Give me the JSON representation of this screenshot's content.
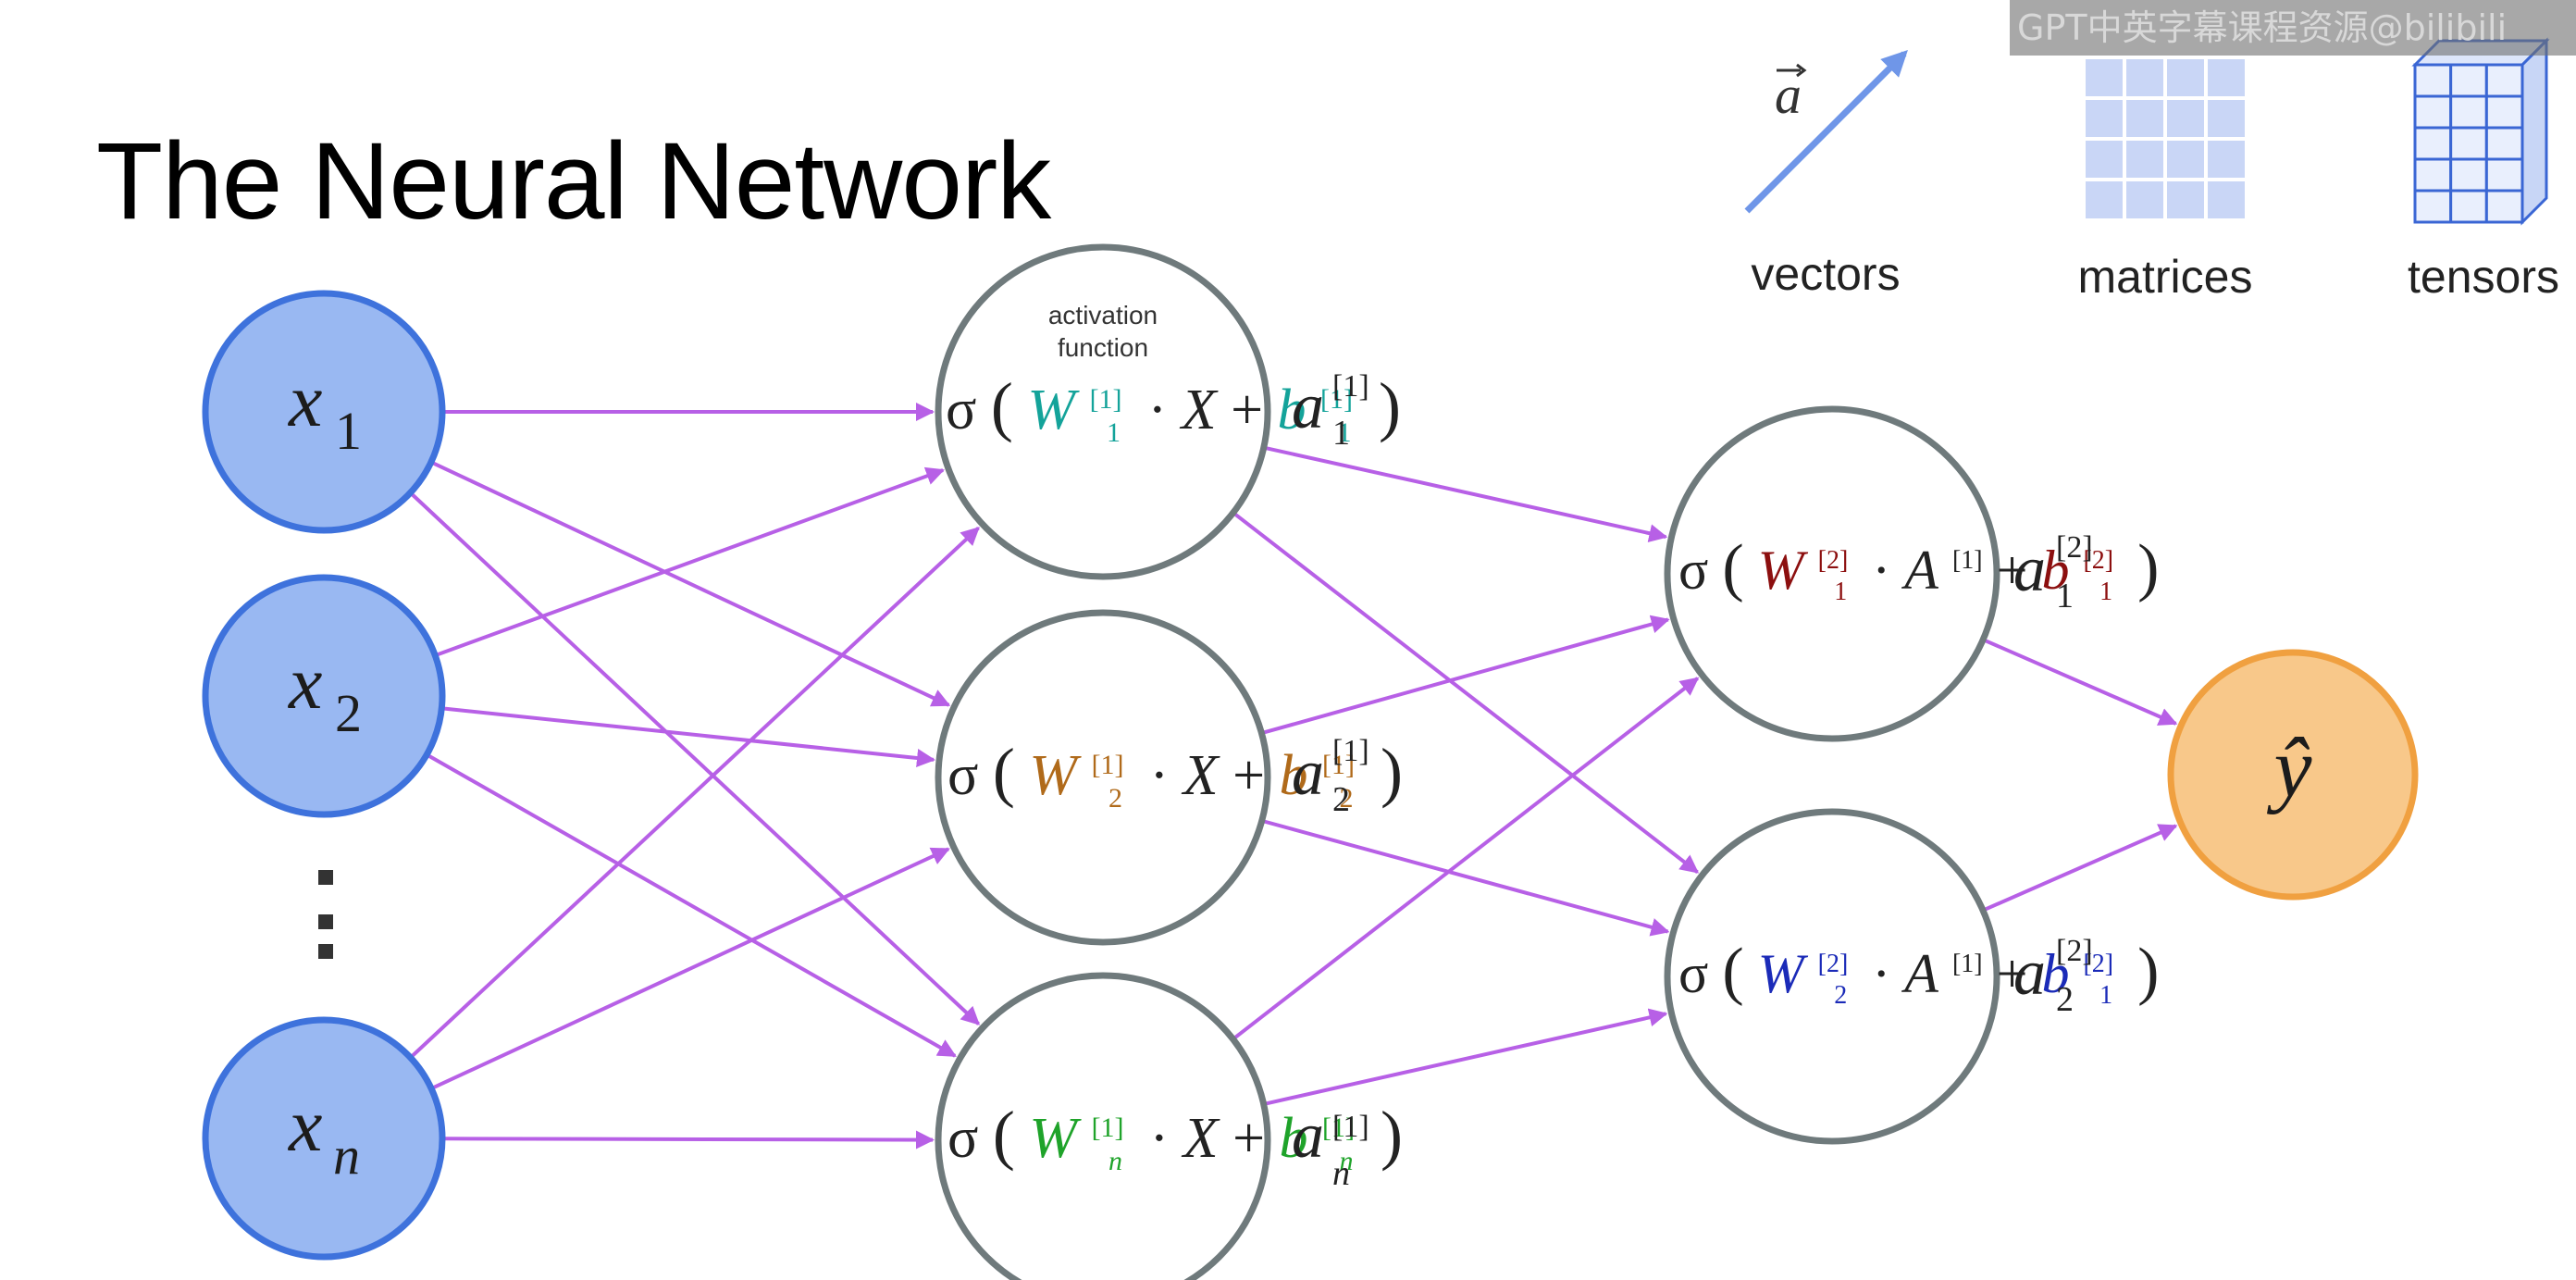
{
  "title": "The Neural Network",
  "watermark": "GPT中英字幕课程资源@bilibili",
  "legend": {
    "vector_symbol": "a",
    "items": [
      "vectors",
      "matrices",
      "tensors"
    ]
  },
  "inputs": {
    "x1": {
      "base": "x",
      "sub": "1"
    },
    "x2": {
      "base": "x",
      "sub": "2"
    },
    "xn": {
      "base": "x",
      "sub": "n"
    },
    "ellipsis": "⋮"
  },
  "hidden1": {
    "caption_line1": "activation",
    "caption_line2": "function",
    "sigma": "σ",
    "node1": {
      "w": "W",
      "w_sub": "1",
      "b_sub": "1",
      "act_sub": "1"
    },
    "node2": {
      "w": "W",
      "w_sub": "2",
      "b_sub": "2",
      "act_sub": "2"
    },
    "node3": {
      "w": "W",
      "w_sub": "n",
      "b_sub": "n",
      "act_sub": "n"
    },
    "layer_sup": "[1]",
    "x_term": "X",
    "b": "b",
    "act": "a"
  },
  "hidden2": {
    "node1": {
      "w_sub": "1",
      "b_sub": "1",
      "act_sub": "1"
    },
    "node2": {
      "w_sub": "2",
      "b_sub": "1",
      "act_sub": "2"
    },
    "layer_sup": "[2]",
    "a_prev": "A",
    "a_prev_sup": "[1]"
  },
  "output": {
    "symbol": "ŷ"
  },
  "colors": {
    "input_fill": "#99b8f2",
    "input_stroke": "#3e72dc",
    "hidden_stroke": "#6f7a7c",
    "output_fill": "#f8c88a",
    "output_stroke": "#f0a040",
    "edge": "#b760e6",
    "node1_color": "#14a39a",
    "node2_color": "#b06a1a",
    "node3_color": "#1fa32a",
    "h2_node1_color": "#8c0f0f",
    "h2_node2_color": "#1b2bb8",
    "legend_blue": "#6f96e8"
  }
}
